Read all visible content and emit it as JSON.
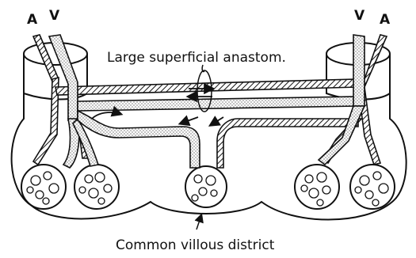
{
  "labels": {
    "artery_left": "A",
    "vein_left": "V",
    "vein_right": "V",
    "artery_right": "A",
    "anastomosis": "Large superficial anastom.",
    "villous_district": "Common villous district"
  },
  "colors": {
    "ink": "#111111",
    "paper": "#ffffff",
    "stipple": "#333333"
  }
}
